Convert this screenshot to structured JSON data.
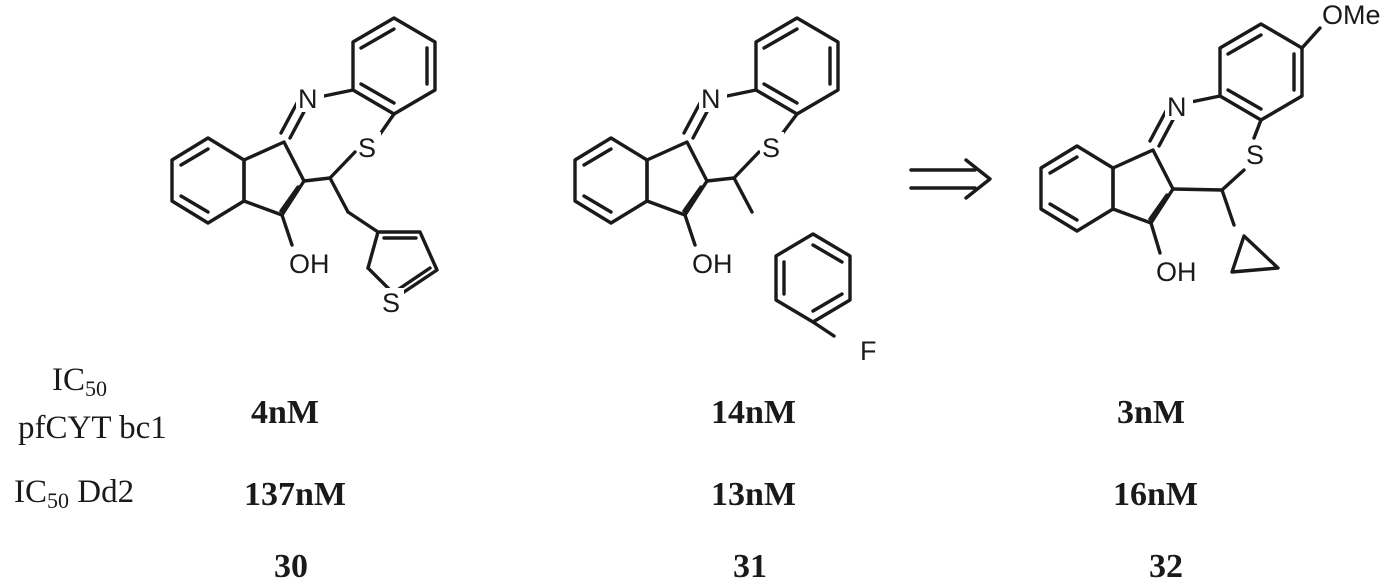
{
  "compounds": [
    {
      "id": "30",
      "atoms": {
        "n": "N",
        "s_ring": "S",
        "oh": "OH",
        "s_thiophene": "S"
      },
      "ic50_pfcyt_bc1": "4nM",
      "ic50_dd2": "137nM"
    },
    {
      "id": "31",
      "atoms": {
        "n": "N",
        "s_ring": "S",
        "oh": "OH",
        "f": "F"
      },
      "ic50_pfcyt_bc1": "14nM",
      "ic50_dd2": "13nM"
    },
    {
      "id": "32",
      "atoms": {
        "n": "N",
        "s_ring": "S",
        "oh": "OH",
        "ome": "OMe"
      },
      "ic50_pfcyt_bc1": "3nM",
      "ic50_dd2": "16nM"
    }
  ],
  "row_labels": {
    "ic50_main": "IC",
    "ic50_sub": "50",
    "pfcyt": "pfCYT bc1",
    "dd2_main": "IC",
    "dd2_sub": "50",
    "dd2_suffix": " Dd2"
  },
  "arrow_glyph": "⟹"
}
